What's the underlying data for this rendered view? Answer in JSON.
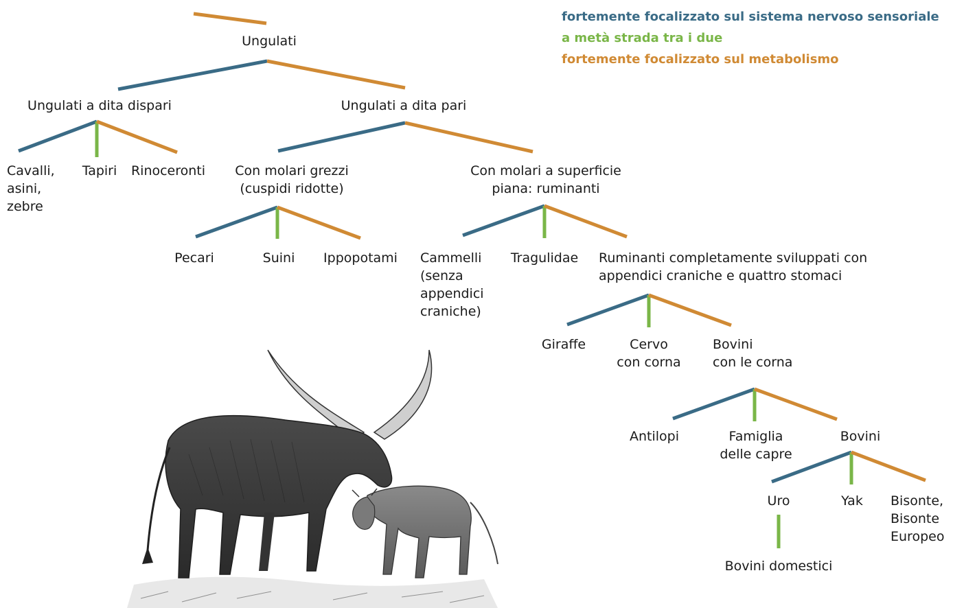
{
  "colors": {
    "sensory": "#3a6b86",
    "middle": "#7ab648",
    "metabolic": "#d08a34"
  },
  "legend": {
    "sensory": "fortemente focalizzato sul sistema nervoso sensoriale",
    "middle": "a metà strada tra i due",
    "metabolic": "fortemente focalizzato sul metabolismo"
  },
  "nodes": {
    "ungulati": "Ungulati",
    "dita_dispari": "Ungulati a dita dispari",
    "dita_pari": "Ungulati a dita pari",
    "cavalli": "Cavalli,\nasini,\nzebre",
    "tapiri": "Tapiri",
    "rinoceronti": "Rinoceronti",
    "molari_grezzi": "Con molari grezzi\n(cuspidi ridotte)",
    "molari_piani": "Con molari a superficie\npiana: ruminanti",
    "pecari": "Pecari",
    "suini": "Suini",
    "ippopotami": "Ippopotami",
    "cammelli": "Cammelli\n(senza\nappendici\ncraniche)",
    "tragulidae": "Tragulidae",
    "ruminanti": "Ruminanti completamente sviluppati con\nappendici craniche e quattro stomaci",
    "giraffe": "Giraffe",
    "cervo": "Cervo\ncon corna",
    "bovini_corna": "Bovini\ncon le corna",
    "antilopi": "Antilopi",
    "capre": "Famiglia\ndelle capre",
    "bovini": "Bovini",
    "uro": "Uro",
    "yak": "Yak",
    "bisonte": "Bisonte,\nBisonte\nEuropeo",
    "bovini_domestici": "Bovini domestici"
  },
  "illustration": "cow-and-calf-sketch"
}
